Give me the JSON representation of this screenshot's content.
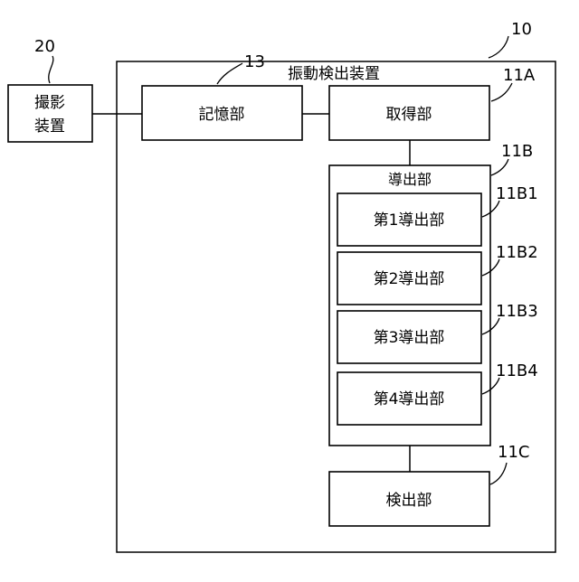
{
  "diagram": {
    "container": {
      "label": "振動検出装置",
      "ref": "10"
    },
    "nodes": {
      "camera": {
        "line1": "撮影",
        "line2": "装置",
        "ref": "20"
      },
      "storage": {
        "label": "記憶部",
        "ref": "13"
      },
      "acquisition": {
        "label": "取得部",
        "ref": "11A"
      },
      "derivation": {
        "label": "導出部",
        "ref": "11B"
      },
      "derive1": {
        "label": "第1導出部",
        "ref": "11B1"
      },
      "derive2": {
        "label": "第2導出部",
        "ref": "11B2"
      },
      "derive3": {
        "label": "第3導出部",
        "ref": "11B3"
      },
      "derive4": {
        "label": "第4導出部",
        "ref": "11B4"
      },
      "detection": {
        "label": "検出部",
        "ref": "11C"
      }
    }
  }
}
